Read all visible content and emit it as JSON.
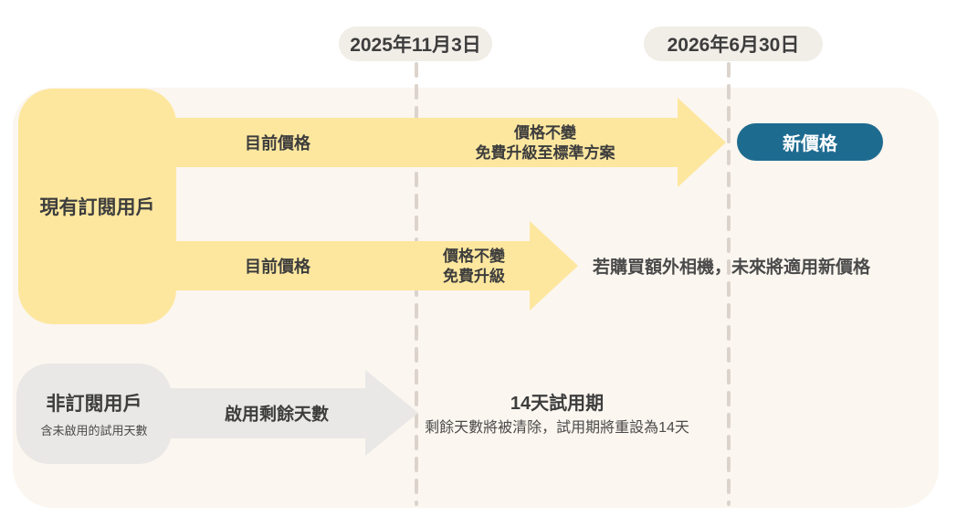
{
  "timeline": {
    "date1": "2025年11月3日",
    "date2": "2026年6月30日"
  },
  "existing": {
    "label": "現有訂閱用戶",
    "row1": {
      "before": "目前價格",
      "after_line1": "價格不變",
      "after_line2": "免費升級至標準方案",
      "result": "新價格"
    },
    "row2": {
      "before": "目前價格",
      "after_line1": "價格不變",
      "after_line2": "免費升級",
      "note": "若購買額外相機，未來將適用新價格"
    }
  },
  "non_subscribers": {
    "label": "非訂閱用戶",
    "sublabel": "含未啟用的試用天數",
    "arrow_label": "啟用剩餘天數",
    "result_title": "14天試用期",
    "result_note": "剩餘天數將被清除，試用期將重設為14天"
  },
  "colors": {
    "yellow": "#FDE79F",
    "gray": "#E9E8E6",
    "panel": "#FBF6EF",
    "pill-bg": "#F1EDE7",
    "blue": "#1E6B90",
    "dash": "#DCD4CC",
    "text": "#3D3D3D",
    "text-soft": "#4A4A4A",
    "white": "#FFFFFF"
  }
}
